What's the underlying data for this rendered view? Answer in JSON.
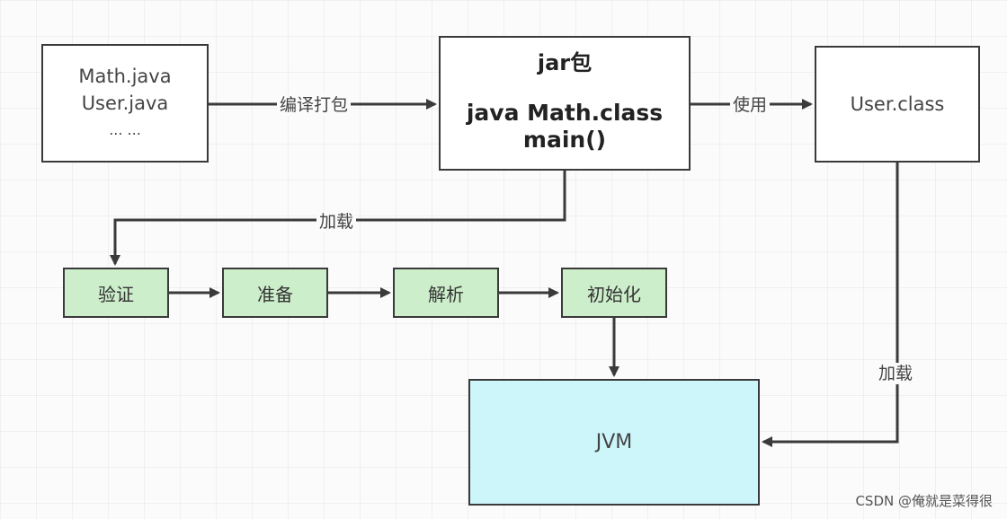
{
  "nodes": {
    "source": {
      "line1": "Math.java",
      "line2": "User.java",
      "line3": "... ..."
    },
    "jar": {
      "title": "jar包",
      "line1": "java Math.class",
      "line2": "main()"
    },
    "user_class": {
      "label": "User.class"
    },
    "steps": [
      "验证",
      "准备",
      "解析",
      "初始化"
    ],
    "jvm": {
      "label": "JVM"
    }
  },
  "edges": {
    "compile": "编译打包",
    "use": "使用",
    "load_from_jar": "加载",
    "load_from_user_class": "加载"
  },
  "colors": {
    "step_fill": "#cdeecb",
    "jvm_fill": "#cdf6fb",
    "stroke": "#3a3a3a"
  },
  "watermark": "CSDN @俺就是菜得很"
}
